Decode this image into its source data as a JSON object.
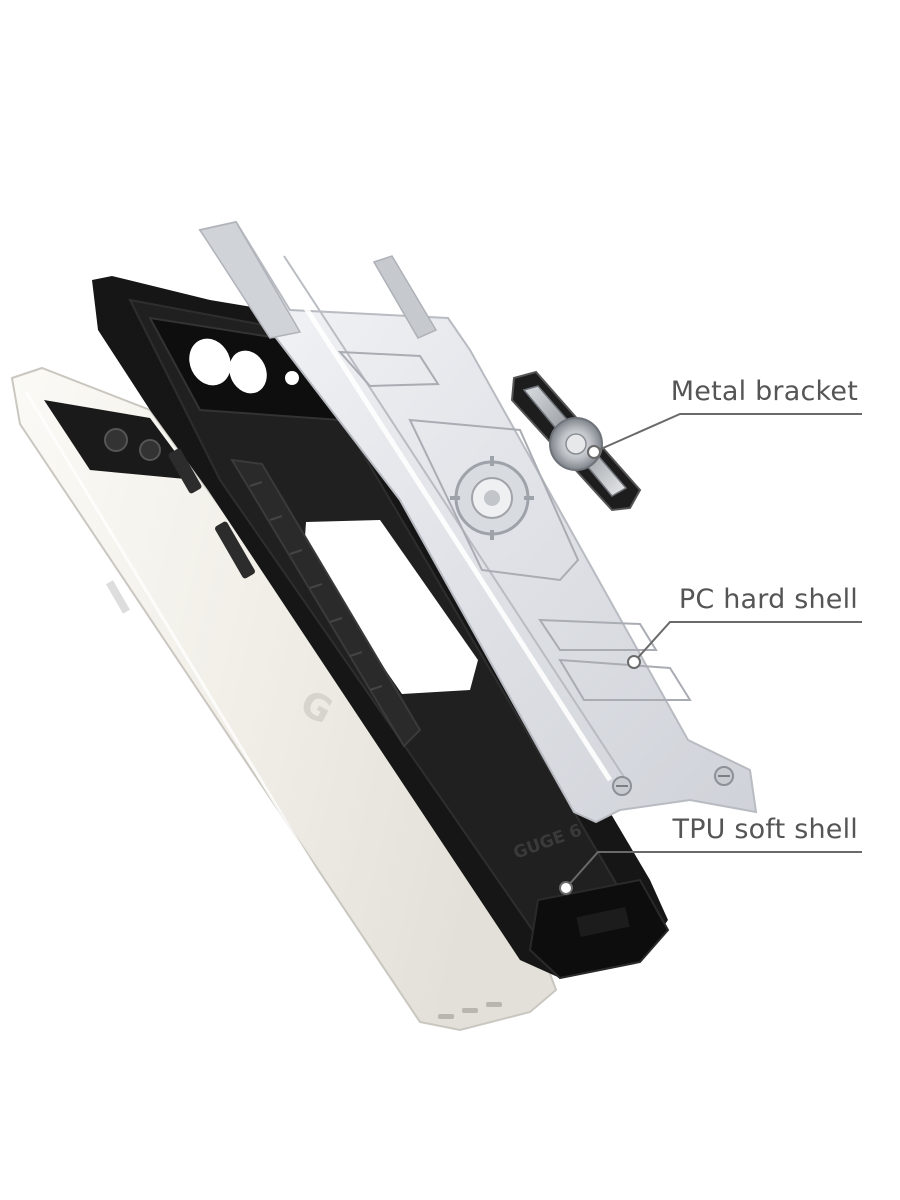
{
  "callouts": {
    "metal_bracket": "Metal bracket",
    "pc_hard_shell": "PC hard shell",
    "tpu_soft_shell": "TPU soft shell"
  },
  "case_marking": "GUGE 6",
  "phone_logo": "G",
  "colors": {
    "label_text": "#555555",
    "leader_line": "#6a6a6a",
    "phone_body": "#f2f0ea",
    "tpu_shell": "#161616",
    "pc_shell": "#e4e6ea",
    "bracket": "#8a8f96"
  }
}
